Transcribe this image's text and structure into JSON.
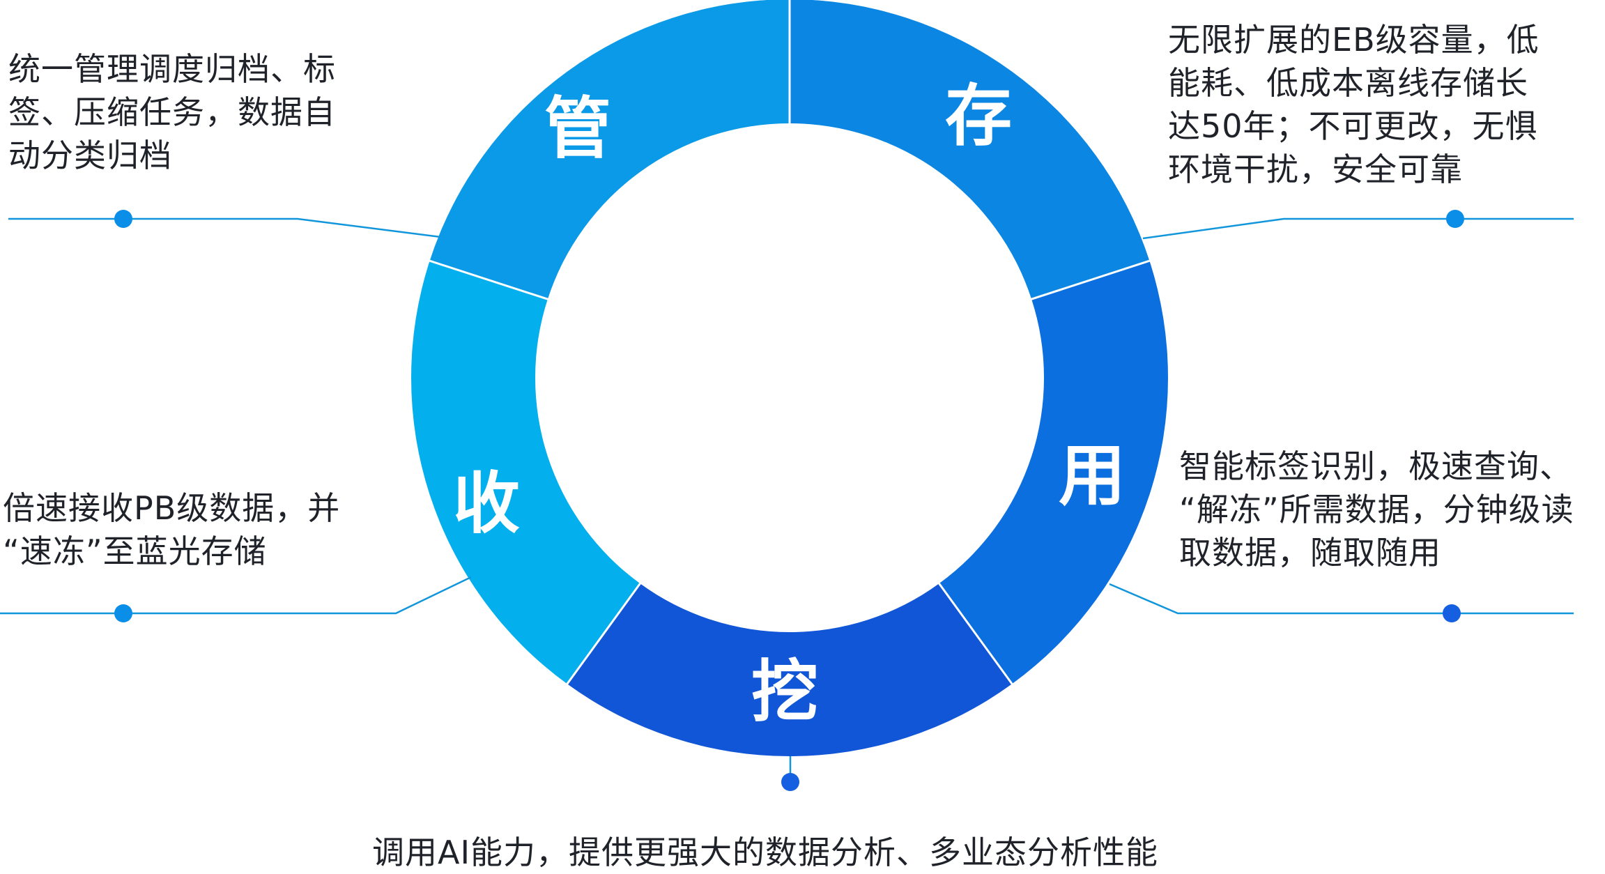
{
  "colors": {
    "background": "#ffffff",
    "text": "#1f2329",
    "leader_line": "#1296db",
    "dot_light": "#0a8ee8",
    "dot_dark": "#1560e0",
    "segment_divider": "#ffffff",
    "segment_label": "#ffffff"
  },
  "segments": [
    {
      "key": "manage",
      "label": "管",
      "color": "#0a9ae8",
      "icon": "none"
    },
    {
      "key": "store",
      "label": "存",
      "color": "#0b87e3",
      "icon": "none"
    },
    {
      "key": "use",
      "label": "用",
      "color": "#0c6fe0",
      "icon": "none"
    },
    {
      "key": "mine",
      "label": "挖",
      "color": "#1256d8",
      "icon": "none"
    },
    {
      "key": "receive",
      "label": "收",
      "color": "#04afed",
      "icon": "none"
    }
  ],
  "descriptions": {
    "manage": [
      "统一管理调度归档、标",
      "签、压缩任务，数据自",
      "动分类归档"
    ],
    "store": [
      "无限扩展的EB级容量，低",
      "能耗、低成本离线存储长",
      "达50年；不可更改，无惧",
      "环境干扰，安全可靠"
    ],
    "use": [
      "智能标签识别，极速查询、",
      "“解冻”所需数据，分钟级读",
      "取数据，随取随用"
    ],
    "receive": [
      "倍速接收PB级数据，并",
      "“速冻”至蓝光存储"
    ],
    "mine": [
      "调用AI能力，提供更强大的数据分析、多业态分析性能"
    ]
  }
}
